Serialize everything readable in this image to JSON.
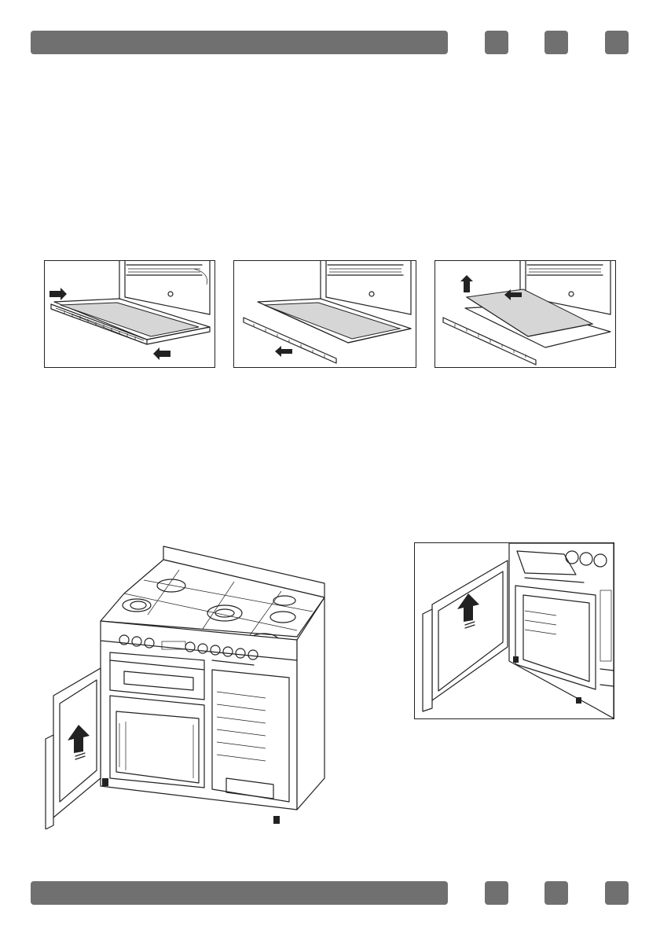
{
  "colors": {
    "header_bar": "#707070",
    "line_art": "#222222",
    "background": "#ffffff"
  },
  "icons": {
    "arrows": [
      "arrow-push-icon",
      "arrow-pull-icon",
      "arrow-lift-icon"
    ]
  },
  "figures": [
    {
      "name": "remove-inner-glass-step-1",
      "action": "press-side-clips"
    },
    {
      "name": "remove-inner-glass-step-2",
      "action": "pull-out-top-strip"
    },
    {
      "name": "remove-inner-glass-step-3",
      "action": "lift-out-glass-panel"
    },
    {
      "name": "range-cooker-door-removal",
      "action": "lift-door-off-hinges"
    },
    {
      "name": "door-removal-detail",
      "action": "lift-door-off-hinges"
    }
  ]
}
